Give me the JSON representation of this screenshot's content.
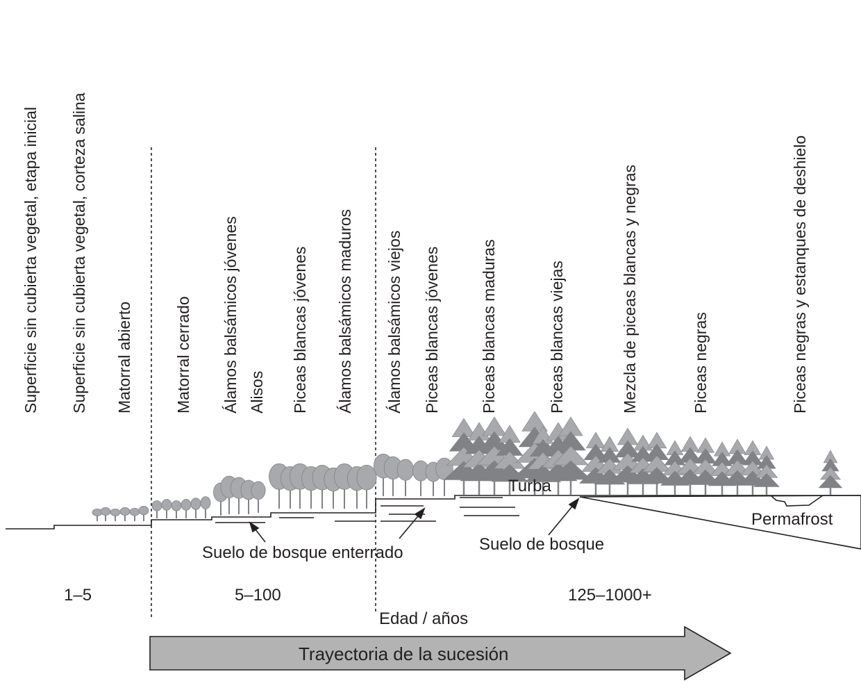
{
  "stages": [
    "Superficie sin cubierta vegetal, etapa inicial",
    "Superficie sin cubierta vegetal, corteza salina",
    "Matorral abierto",
    "Matorral cerrado",
    "Álamos balsámicos jóvenes",
    "Alisos",
    "Piceas blancas jóvenes",
    "Álamos balsámicos maduros",
    "Álamos balsámicos viejos",
    "Piceas blancas jóvenes",
    "Piceas blancas maduras",
    "Piceas blancas viejas",
    "Mezcla de piceas blancas y negras",
    "Piceas negras",
    "Piceas negras y estanques de deshielo"
  ],
  "labels": {
    "turba": "Turba",
    "permafrost": "Permafrost",
    "buried_soil": "Suelo de bosque enterrado",
    "forest_soil": "Suelo de bosque"
  },
  "ages": [
    "1–5",
    "5–100",
    "125–1000+"
  ],
  "axis_label": "Edad / años",
  "trajectory": "Trayectoria de la sucesión",
  "colors": {
    "ink": "#231f20",
    "arrow_fill": "#b3b3b3",
    "tree_light": "#a7a9ac",
    "tree_dark": "#808285"
  }
}
